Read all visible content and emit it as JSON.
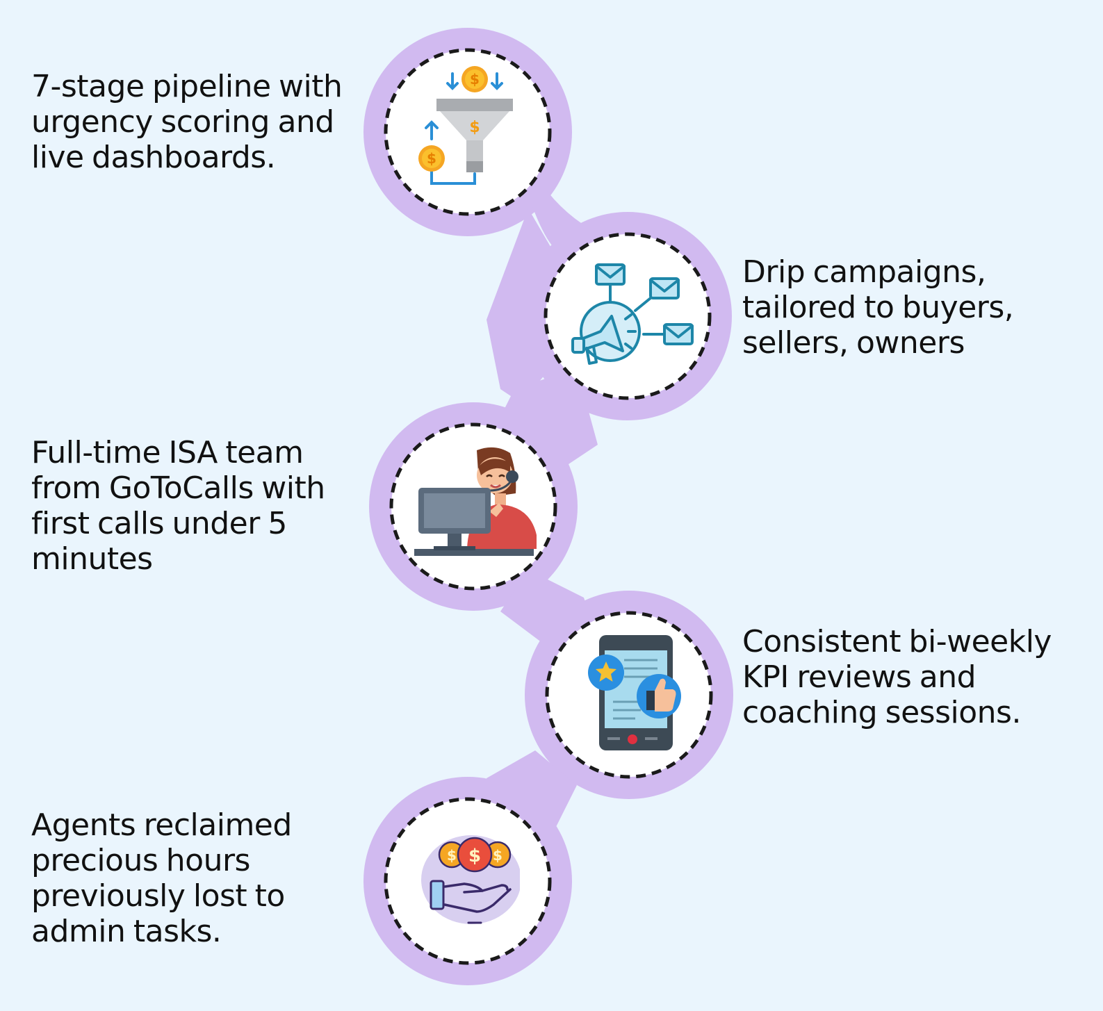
{
  "steps": [
    {
      "text": "7-stage pipeline with urgency scoring and live dashboards.",
      "icon": "money-funnel-icon"
    },
    {
      "text": "Drip campaigns, tailored to buyers, sellers, owners",
      "icon": "megaphone-email-icon"
    },
    {
      "text": "Full-time ISA team from GoToCalls with first calls under 5 minutes",
      "icon": "call-agent-icon"
    },
    {
      "text": "Consistent bi-weekly KPI reviews and coaching sessions.",
      "icon": "phone-review-icon"
    },
    {
      "text": "Agents reclaimed precious hours previously lost to admin tasks.",
      "icon": "hand-coins-icon"
    }
  ],
  "colors": {
    "background": "#eaf5fd",
    "chain": "#d1baf0",
    "circle_fill": "#ffffff",
    "dashed_border": "#1a1a1a",
    "text": "#111111"
  }
}
